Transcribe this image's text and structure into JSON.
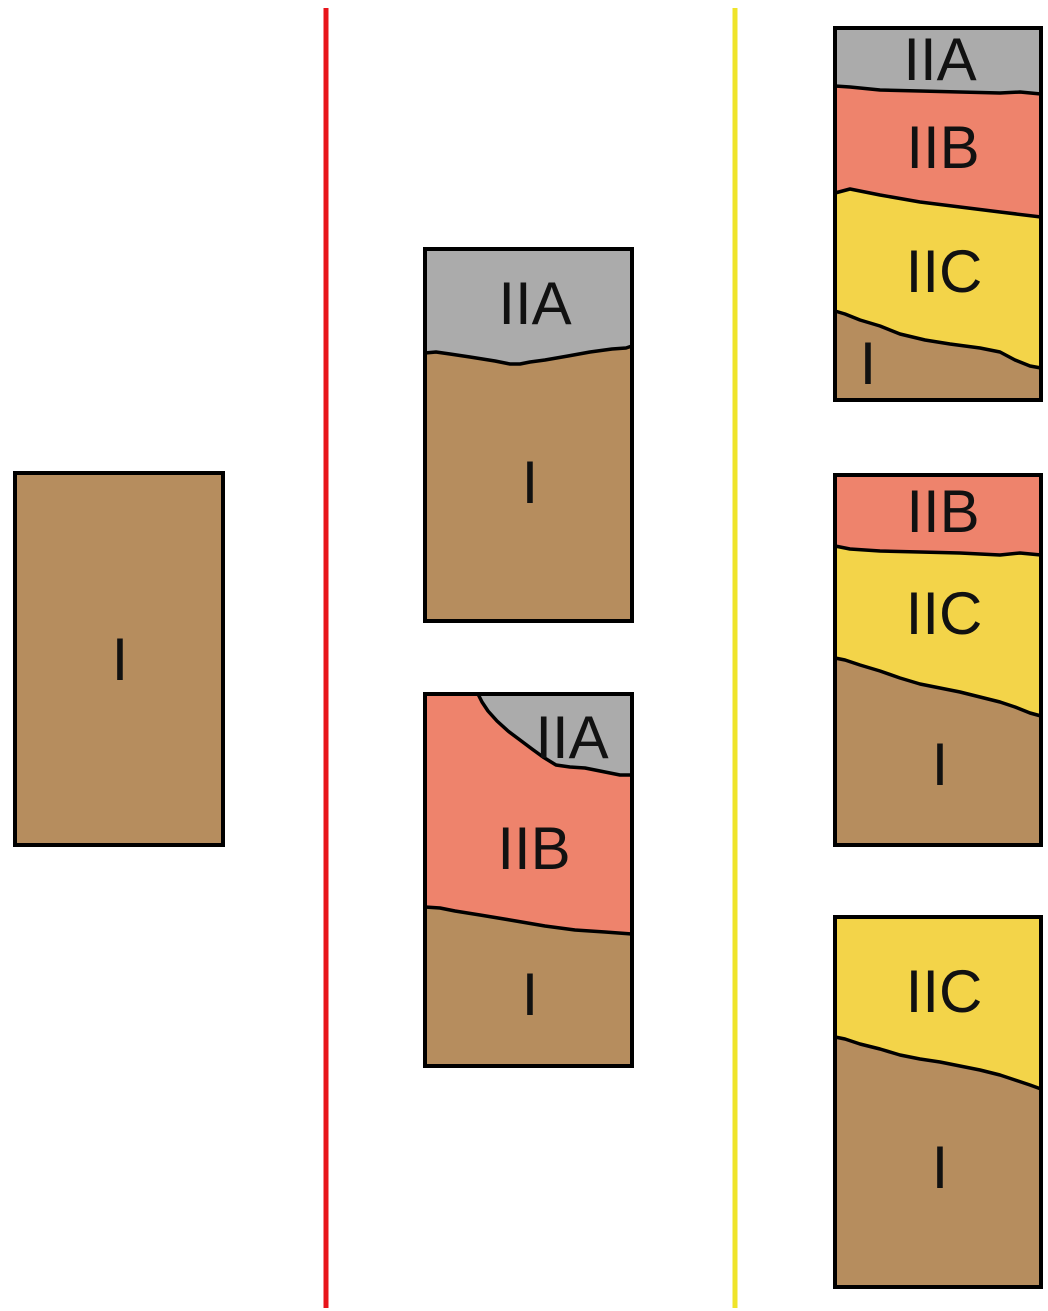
{
  "colors": {
    "layer_I": "#B68D5E",
    "layer_IIA": "#ABABAB",
    "layer_IIB": "#EE836C",
    "layer_IIC": "#F3D449",
    "divider_red": "#E8151B",
    "divider_yellow": "#EFE42A",
    "outline": "#000000"
  },
  "columns": {
    "left": {
      "column_I": {
        "label_I": "I"
      }
    },
    "middle": {
      "column_IIA_I": {
        "label_IIA": "IIA",
        "label_I": "I"
      },
      "column_IIB_I": {
        "label_IIA": "IIA",
        "label_IIB": "IIB",
        "label_I": "I"
      }
    },
    "right": {
      "column_IIA_IIB_IIC_I": {
        "label_IIA": "IIA",
        "label_IIB": "IIB",
        "label_IIC": "IIC",
        "label_I": "I"
      },
      "column_IIB_IIC_I": {
        "label_IIB": "IIB",
        "label_IIC": "IIC",
        "label_I": "I"
      },
      "column_IIC_I": {
        "label_IIC": "IIC",
        "label_I": "I"
      }
    }
  }
}
